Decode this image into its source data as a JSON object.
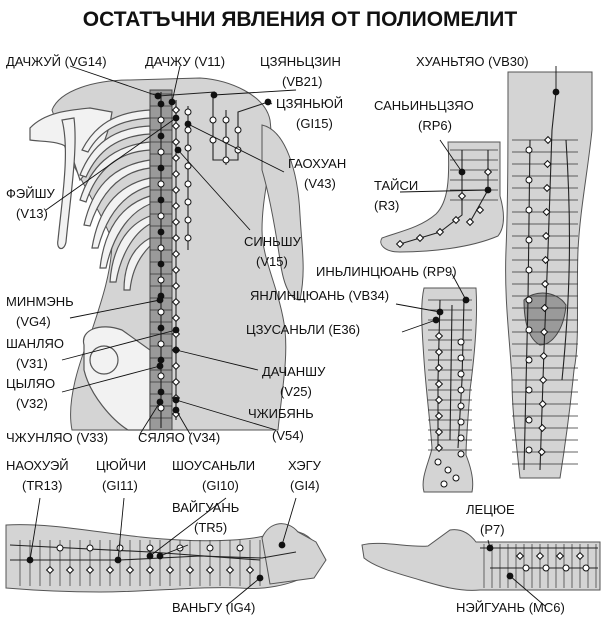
{
  "title": "ОСТАТЪЧНИ ЯВЛЕНИЯ ОТ ПОЛИОМЕЛИТ",
  "figures": [
    "back-torso",
    "leg-side",
    "foot",
    "lower-leg",
    "forearm",
    "hand"
  ],
  "labels": {
    "vg14": {
      "name": "ДАЧЖУЙ (VG14)"
    },
    "v11": {
      "name": "ДАЧЖУ (V11)"
    },
    "v21": {
      "name": "ЦЗЯНЬЦЗИН",
      "code": "(VB21)"
    },
    "gi15": {
      "name": "ЦЗЯНЬЮЙ",
      "code": "(GI15)"
    },
    "v13": {
      "name": "ФЭЙШУ",
      "code": "(V13)"
    },
    "v43": {
      "name": "ГАОХУАН",
      "code": "(V43)"
    },
    "v15": {
      "name": "СИНЬШУ",
      "code": "(V15)"
    },
    "vg4": {
      "name": "МИНМЭНЬ",
      "code": "(VG4)"
    },
    "v31": {
      "name": "ШАНЛЯО",
      "code": "(V31)"
    },
    "v32": {
      "name": "ЦЫЛЯО",
      "code": "(V32)"
    },
    "v25": {
      "name": "ДАЧАНШУ",
      "code": "(V25)"
    },
    "v54": {
      "name": "ЧЖИБЯНЬ",
      "code": "(V54)"
    },
    "v33": {
      "name": "ЧЖУНЛЯО (V33)"
    },
    "v34": {
      "name": "СЯЛЯО (V34)"
    },
    "vb30": {
      "name": "ХУАНЬТЯО (VB30)"
    },
    "rp6": {
      "name": "САНЬИНЬЦЗЯО",
      "code": "(RP6)"
    },
    "r3": {
      "name": "ТАЙСИ",
      "code": "(R3)"
    },
    "rp9": {
      "name": "ИНЬЛИНЦЮАНЬ (RP9)"
    },
    "vb34": {
      "name": "ЯНЛИНЦЮАНЬ (VB34)"
    },
    "e36": {
      "name": "ЦЗУСАНЬЛИ (E36)"
    },
    "tr13": {
      "name": "НАОХУЭЙ",
      "code": "(TR13)"
    },
    "gi11": {
      "name": "ЦЮЙЧИ",
      "code": "(GI11)"
    },
    "gi10": {
      "name": "ШОУСАНЬЛИ",
      "code": "(GI10)"
    },
    "gi4": {
      "name": "ХЭГУ",
      "code": "(GI4)"
    },
    "tr5": {
      "name": "ВАЙГУАНЬ",
      "code": "(TR5)"
    },
    "p7": {
      "name": "ЛЕЦЮЕ",
      "code": "(P7)"
    },
    "ig4": {
      "name": "ВАНЬГУ (IG4)"
    },
    "mc6": {
      "name": "НЭЙГУАНЬ (MC6)"
    }
  }
}
